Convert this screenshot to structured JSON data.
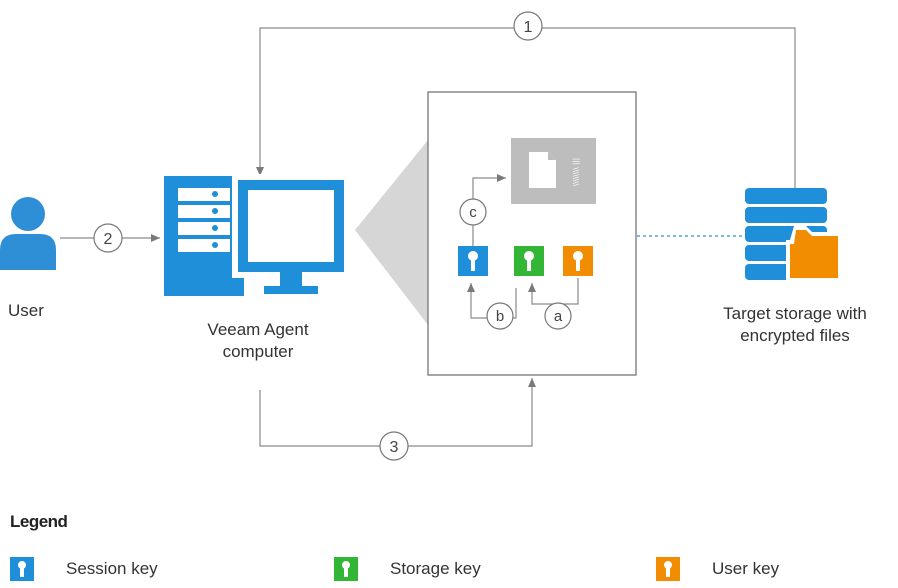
{
  "steps": {
    "one": "1",
    "two": "2",
    "three": "3",
    "a": "a",
    "b": "b",
    "c": "c"
  },
  "labels": {
    "user": "User",
    "agent_line1": "Veeam Agent",
    "agent_line2": "computer",
    "storage_line1": "Target storage with",
    "storage_line2": "encrypted files",
    "file_text": "\\\\\\\\\\\\\\\\ |||"
  },
  "legend": {
    "title": "Legend",
    "items": [
      {
        "label": "Session key",
        "color": "#1E8FD8"
      },
      {
        "label": "Storage key",
        "color": "#33B535"
      },
      {
        "label": "User key",
        "color": "#F28C00"
      }
    ]
  },
  "colors": {
    "blue": "#1E8FD8",
    "green": "#33B535",
    "orange": "#F28C00",
    "line": "#8A8A8A",
    "dashed": "#2F8FD6",
    "shadow": "#D3D3D3",
    "file": "#BDBDBD"
  }
}
